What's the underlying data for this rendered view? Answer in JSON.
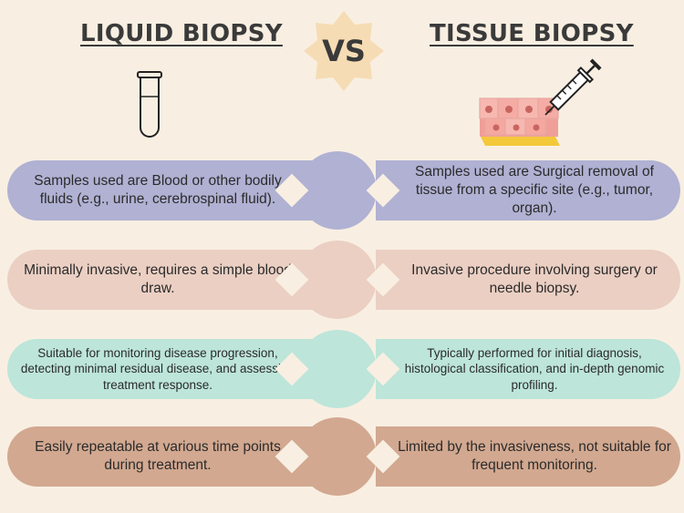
{
  "header": {
    "left_title": "LIQUID BIOPSY",
    "right_title": "TISSUE BIOPSY",
    "vs_label": "VS",
    "left_icon": "test-tube-icon",
    "right_icon": "syringe-tissue-icon"
  },
  "colors": {
    "background": "#f8efe2",
    "star": "#f6dcb4",
    "row1": "#b0b1d3",
    "row2": "#ebcfc3",
    "row3": "#bde5da",
    "row4": "#d2a890"
  },
  "rows": [
    {
      "left": "Samples used are Blood or other bodily fluids (e.g., urine, cerebrospinal fluid).",
      "right": "Samples used are Surgical removal of tissue from a specific site (e.g., tumor, organ)."
    },
    {
      "left": "Minimally invasive, requires a simple blood draw.",
      "right": "Invasive procedure involving surgery or needle biopsy."
    },
    {
      "left": "Suitable for monitoring disease progression, detecting minimal residual disease, and assessing treatment response.",
      "right": "Typically performed for initial diagnosis, histological classification, and in-depth genomic profiling."
    },
    {
      "left": "Easily repeatable at various time points during treatment.",
      "right": "Limited by the invasiveness, not suitable for frequent monitoring."
    }
  ]
}
